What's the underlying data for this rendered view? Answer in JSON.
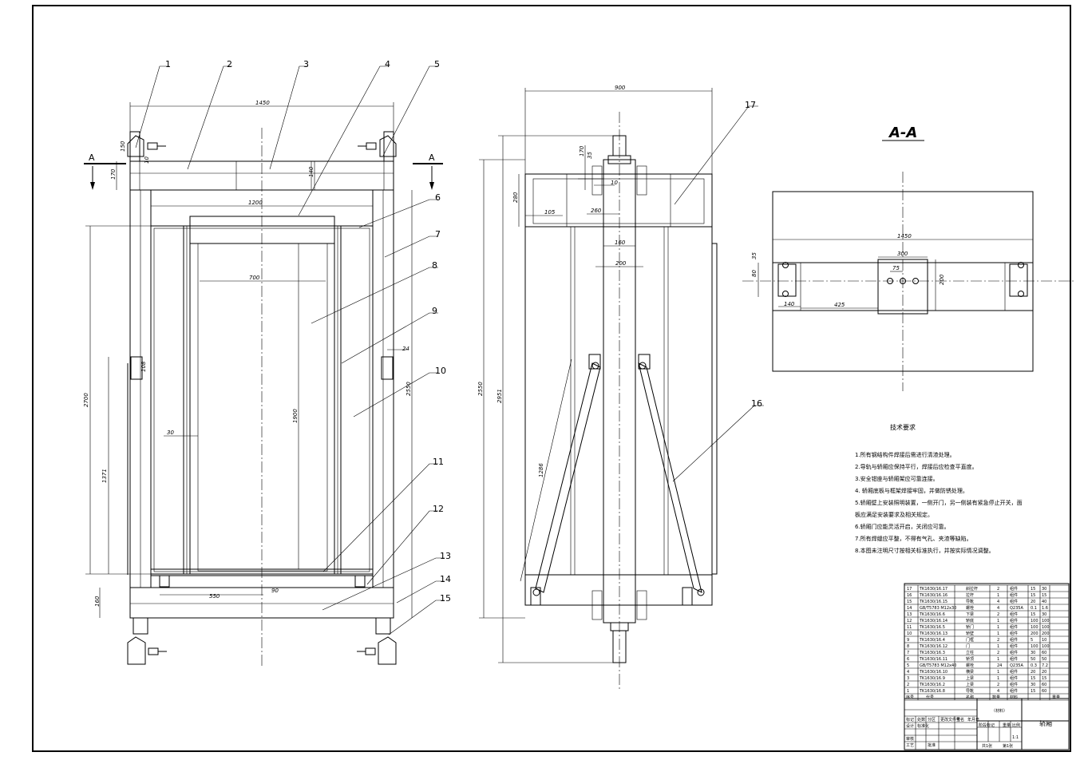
{
  "section_title": "A-A",
  "section_marks": [
    "A",
    "A"
  ],
  "balloons": [
    "1",
    "2",
    "3",
    "4",
    "5",
    "6",
    "7",
    "8",
    "9",
    "10",
    "11",
    "12",
    "13",
    "14",
    "15",
    "16",
    "17"
  ],
  "front_dims": {
    "width_top": "1450",
    "inner_width": "1200",
    "door_width": "700",
    "height": "2700",
    "height_right": "2550",
    "door_height": "1900",
    "side_1371": "1371",
    "bottom_550": "550",
    "small_24": "24",
    "small_30": "30",
    "small_108": "108",
    "small_170": "170",
    "small_140": "140",
    "small_160": "160",
    "small_150": "150",
    "small_10": "10",
    "small_90": "90"
  },
  "side_dims": {
    "width": "900",
    "height_total": "2951",
    "height_2550": "2550",
    "brace_len": "1286",
    "d_105": "105",
    "d_260": "260",
    "d_160": "160",
    "d_200": "200",
    "d_280": "280",
    "d_170": "170",
    "d_35": "35",
    "d_10": "10"
  },
  "section_dims": {
    "width": "1450",
    "d_300": "300",
    "d_75": "75",
    "d_200": "200",
    "d_425": "425",
    "d_140": "140",
    "d_80": "80",
    "d_35": "35"
  },
  "notes_title": "技术要求",
  "notes": [
    "1.所有钢结构件焊接后需进行清渣处理。",
    "2.导轨与轿厢应保持平行，焊接后应检查平直度。",
    "3.安全钳座与轿厢架应可靠连接。",
    "4. 轿厢底板与框架焊接牢固，并做防锈处理。",
    "5.轿厢壁上安装照明装置，一侧开门，另一侧装有紧急停止开关，面",
    "板应满足安装要求及相关规定。",
    "6.轿厢门应能灵活开启，关闭应可靠。",
    "7.所有焊缝应平整，不得有气孔、夹渣等缺陷。",
    "8.本图未注明尺寸按相关标准执行，并按实际情况调整。"
  ],
  "bom": [
    {
      "no": "17",
      "code": "TK1630/16.17",
      "name": "斜拉杆",
      "qty": "2",
      "mat": "组件",
      "w1": "15",
      "w2": "30"
    },
    {
      "no": "16",
      "code": "TK1630/16.16",
      "name": "拉杆",
      "qty": "1",
      "mat": "组件",
      "w1": "15",
      "w2": "15"
    },
    {
      "no": "15",
      "code": "TK1630/16.15",
      "name": "导靴",
      "qty": "4",
      "mat": "组件",
      "w1": "20",
      "w2": "40"
    },
    {
      "no": "14",
      "code": "GB/T5783 M12x30",
      "name": "螺栓",
      "qty": "4",
      "mat": "Q235A",
      "w1": "0.1",
      "w2": "1.6"
    },
    {
      "no": "13",
      "code": "TK1630/16.6",
      "name": "下梁",
      "qty": "2",
      "mat": "组件",
      "w1": "15",
      "w2": "30"
    },
    {
      "no": "12",
      "code": "TK1630/16.14",
      "name": "轿底",
      "qty": "1",
      "mat": "组件",
      "w1": "100",
      "w2": "100"
    },
    {
      "no": "11",
      "code": "TK1630/16.5",
      "name": "轿门",
      "qty": "1",
      "mat": "组件",
      "w1": "100",
      "w2": "100"
    },
    {
      "no": "10",
      "code": "TK1630/16.13",
      "name": "轿壁",
      "qty": "1",
      "mat": "组件",
      "w1": "200",
      "w2": "200"
    },
    {
      "no": "9",
      "code": "TK1630/16.4",
      "name": "门框",
      "qty": "2",
      "mat": "组件",
      "w1": "5",
      "w2": "10"
    },
    {
      "no": "8",
      "code": "TK1630/16.12",
      "name": "门",
      "qty": "1",
      "mat": "组件",
      "w1": "100",
      "w2": "100"
    },
    {
      "no": "7",
      "code": "TK1630/16.3",
      "name": "立柱",
      "qty": "2",
      "mat": "组件",
      "w1": "30",
      "w2": "60"
    },
    {
      "no": "6",
      "code": "TK1630/16.11",
      "name": "轿顶",
      "qty": "1",
      "mat": "组件",
      "w1": "50",
      "w2": "50"
    },
    {
      "no": "5",
      "code": "GB/T5783 M12x40",
      "name": "螺栓",
      "qty": "24",
      "mat": "Q235A",
      "w1": "0.3",
      "w2": "7.2"
    },
    {
      "no": "4",
      "code": "TK1630/16.10",
      "name": "横梁",
      "qty": "1",
      "mat": "组件",
      "w1": "20",
      "w2": "20"
    },
    {
      "no": "3",
      "code": "TK1630/16.9",
      "name": "上梁",
      "qty": "1",
      "mat": "组件",
      "w1": "15",
      "w2": "15"
    },
    {
      "no": "2",
      "code": "TK1630/16.2",
      "name": "上梁",
      "qty": "2",
      "mat": "组件",
      "w1": "30",
      "w2": "60"
    },
    {
      "no": "1",
      "code": "TK1630/16.8",
      "name": "导靴",
      "qty": "4",
      "mat": "组件",
      "w1": "15",
      "w2": "60"
    }
  ],
  "bom_header": {
    "no": "序号",
    "code": "代号",
    "name": "名称",
    "qty": "数量",
    "mat": "材料",
    "w": "重量"
  },
  "title_block": {
    "drawing_name": "轿厢",
    "material": "（材料）",
    "scale": "1:1",
    "sheet": "第1张",
    "sheets": "共1张",
    "labels": [
      "标记",
      "处数",
      "分区",
      "更改文件号",
      "签名",
      "年月日",
      "设计",
      "标准化",
      "审核",
      "工艺",
      "批准",
      "阶段标记",
      "重量",
      "比例"
    ]
  }
}
